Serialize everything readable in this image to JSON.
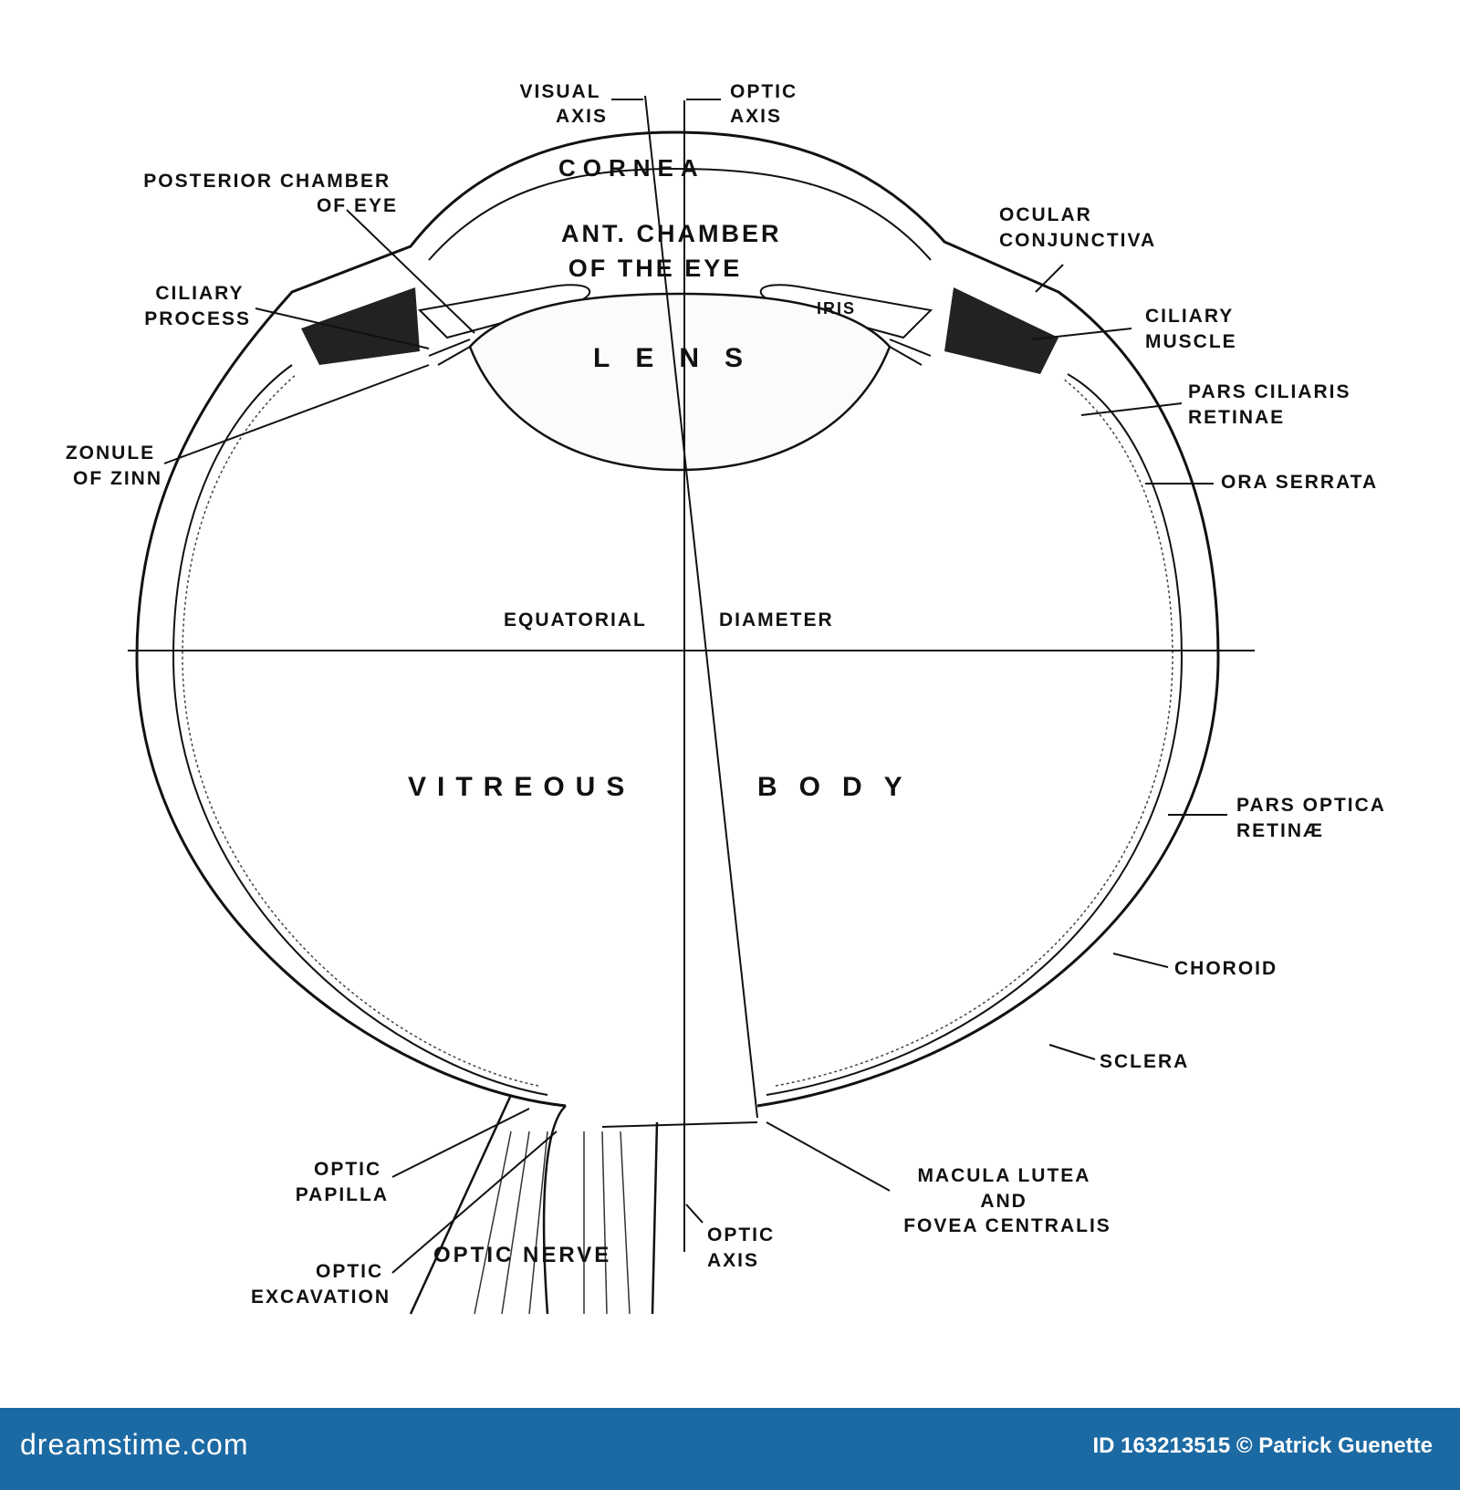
{
  "labels": {
    "visual_axis": [
      "VISUAL",
      "AXIS"
    ],
    "optic_axis_top": [
      "OPTIC",
      "AXIS"
    ],
    "cornea": "CORNEA",
    "posterior_chamber": [
      "POSTERIOR CHAMBER",
      "OF EYE"
    ],
    "ant_chamber": [
      "ANT. CHAMBER",
      "OF THE EYE"
    ],
    "ocular_conjunctiva": [
      "OCULAR",
      "CONJUNCTIVA"
    ],
    "ciliary_process": [
      "CILIARY",
      "PROCESS"
    ],
    "iris": "IRIS",
    "ciliary_muscle": [
      "CILIARY",
      "MUSCLE"
    ],
    "lens": "LENS",
    "pars_ciliaris": [
      "PARS CILIARIS",
      "RETINAE"
    ],
    "zonule": [
      "ZONULE",
      "OF ZINN"
    ],
    "ora_serrata": "ORA SERRATA",
    "equatorial": "EQUATORIAL",
    "diameter": "DIAMETER",
    "vitreous": "VITREOUS",
    "body": "BODY",
    "pars_optica": [
      "PARS OPTICA",
      "RETINÆ"
    ],
    "choroid": "CHOROID",
    "sclera": "SCLERA",
    "optic_papilla": [
      "OPTIC",
      "PAPILLA"
    ],
    "macula": [
      "MACULA LUTEA",
      "AND",
      "FOVEA CENTRALIS"
    ],
    "optic_axis_bottom": [
      "OPTIC",
      "AXIS"
    ],
    "optic_excavation": [
      "OPTIC",
      "EXCAVATION"
    ],
    "optic_nerve": "OPTIC NERVE"
  },
  "footer": {
    "logo": "dreamstime.com",
    "credit": "ID 163213515 © Patrick Guenette",
    "color": "#1c6aa3"
  }
}
